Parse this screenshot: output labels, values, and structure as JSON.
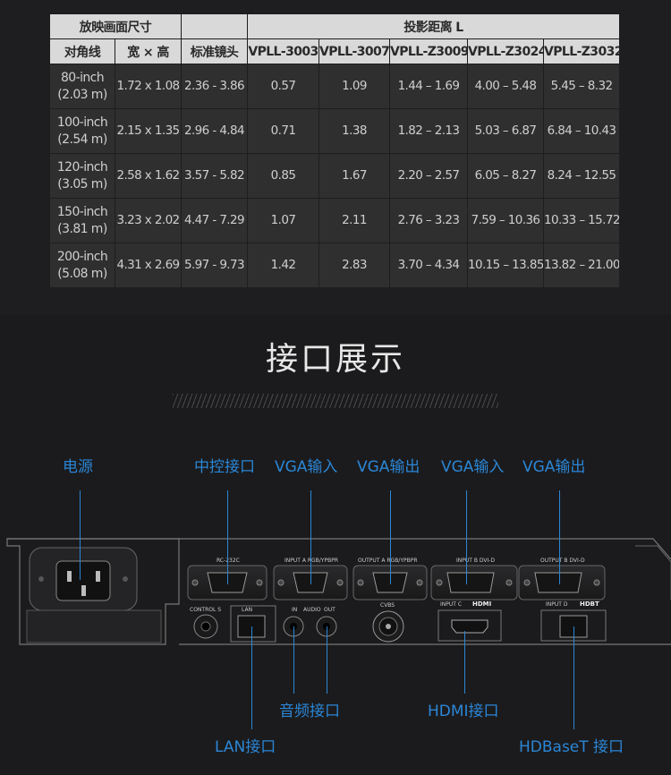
{
  "table": {
    "header1": {
      "size": "放映画面尺寸",
      "distance": "投影距离 L"
    },
    "header2": [
      "对角线",
      "宽 × 高",
      "标准镜头",
      "VPLL-3003",
      "VPLL-3007",
      "VPLL-Z3009",
      "VPLL-Z3024",
      "VPLL-Z3032"
    ],
    "rows": [
      {
        "diag1": "80-inch",
        "diag2": "(2.03 m)",
        "cells": [
          "1.72 x 1.08",
          "2.36 - 3.86",
          "0.57",
          "1.09",
          "1.44 – 1.69",
          "4.00 – 5.48",
          "5.45 – 8.32"
        ]
      },
      {
        "diag1": "100-inch",
        "diag2": "(2.54 m)",
        "cells": [
          "2.15 x 1.35",
          "2.96 - 4.84",
          "0.71",
          "1.38",
          "1.82 – 2.13",
          "5.03 – 6.87",
          "6.84 – 10.43"
        ]
      },
      {
        "diag1": "120-inch",
        "diag2": "(3.05 m)",
        "cells": [
          "2.58 x 1.62",
          "3.57 - 5.82",
          "0.85",
          "1.67",
          "2.20 – 2.57",
          "6.05 – 8.27",
          "8.24 – 12.55"
        ]
      },
      {
        "diag1": "150-inch",
        "diag2": "(3.81 m)",
        "cells": [
          "3.23 x 2.02",
          "4.47 - 7.29",
          "1.07",
          "2.11",
          "2.76 – 3.23",
          "7.59 – 10.36",
          "10.33 – 15.72"
        ]
      },
      {
        "diag1": "200-inch",
        "diag2": "(5.08 m)",
        "cells": [
          "4.31 x 2.69",
          "5.97 - 9.73",
          "1.42",
          "2.83",
          "3.70 – 4.34",
          "10.15 – 13.85",
          "13.82 – 21.00"
        ]
      }
    ]
  },
  "section_title": "接口展示",
  "labels": {
    "power": "电源",
    "control": "中控接口",
    "vga_in_1": "VGA输入",
    "vga_out_1": "VGA输出",
    "vga_in_2": "VGA输入",
    "vga_out_2": "VGA输出",
    "audio": "音频接口",
    "hdmi": "HDMI接口",
    "lan": "LAN接口",
    "hdbaset": "HDBaseT 接口"
  },
  "panel": {
    "rc232c": "RC-232C",
    "input_a": "INPUT A RGB/YPBPR",
    "output_a": "OUTPUT A RGB/YPBPR",
    "input_b": "INPUT B DVI-D",
    "output_b": "OUTPUT B DVI-D",
    "control_s": "CONTROL S",
    "lan": "LAN",
    "in": "IN",
    "audio": "AUDIO",
    "out": "OUT",
    "cvbs": "CVBS",
    "input_c": "INPUT C",
    "hdmi_logo": "HDMI",
    "input_d": "INPUT D",
    "hdbt_logo": "HDBT"
  },
  "colors": {
    "accent": "#2b86d6",
    "header_bg": "#d9d9d9",
    "cell_bg": "#2f2f30"
  }
}
